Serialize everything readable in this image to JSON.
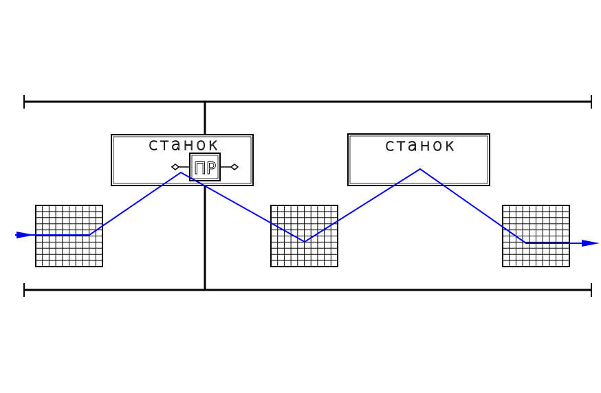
{
  "diagram": {
    "machines": [
      {
        "label": "станок"
      },
      {
        "label": "станок"
      }
    ],
    "robot": {
      "label": "ПР"
    },
    "pallets": [
      {
        "id": "pallet-1"
      },
      {
        "id": "pallet-2"
      },
      {
        "id": "pallet-3"
      }
    ],
    "flow_color": "#0000ee",
    "line_color": "#000000"
  }
}
